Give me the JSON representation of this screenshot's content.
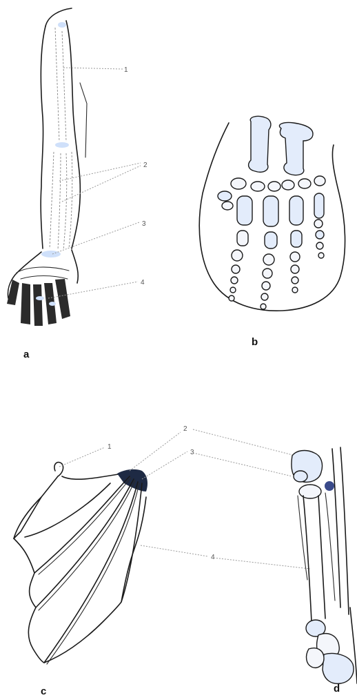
{
  "panels": {
    "a": {
      "letter": "a"
    },
    "b": {
      "letter": "b"
    },
    "c": {
      "letter": "c"
    },
    "d": {
      "letter": "d"
    }
  },
  "callouts": {
    "a1": "1",
    "a2": "2",
    "a3": "3",
    "a4": "4",
    "c1": "1",
    "c2": "2",
    "c3": "3",
    "c4": "4"
  },
  "colors": {
    "ink": "#1a1a1a",
    "highlight": "#9fc3f5",
    "leader": "#9a9a9a"
  }
}
